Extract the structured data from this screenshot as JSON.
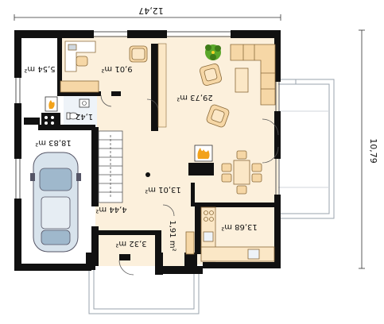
{
  "plan": {
    "overall_width": "12,47",
    "overall_depth": "10,79",
    "rooms": [
      {
        "id": "room-5-54",
        "area": "5,54 m²"
      },
      {
        "id": "room-9-01",
        "area": "9,01 m²"
      },
      {
        "id": "room-29-73",
        "area": "29,73 m²"
      },
      {
        "id": "room-1-42",
        "area": "1,42"
      },
      {
        "id": "room-18-83",
        "area": "18,83 m²"
      },
      {
        "id": "room-13-01",
        "area": "13,01 m²"
      },
      {
        "id": "room-4-44",
        "area": "4,44 m²"
      },
      {
        "id": "room-13-68",
        "area": "13,68 m²"
      },
      {
        "id": "room-3-32",
        "area": "3,32 m²"
      },
      {
        "id": "room-1-91",
        "area": "1,91 m²"
      }
    ]
  },
  "colors": {
    "wall": "#111111",
    "floor_living": "#fcf0dc",
    "floor_wet": "#eef3f8",
    "furniture": "#f6d7a6",
    "furniture_stroke": "#8a6a3a",
    "car_body": "#d8e3ec",
    "terrace_line": "#9aa3ad",
    "plant": "#5ba82a",
    "fire": "#f2a21a"
  }
}
